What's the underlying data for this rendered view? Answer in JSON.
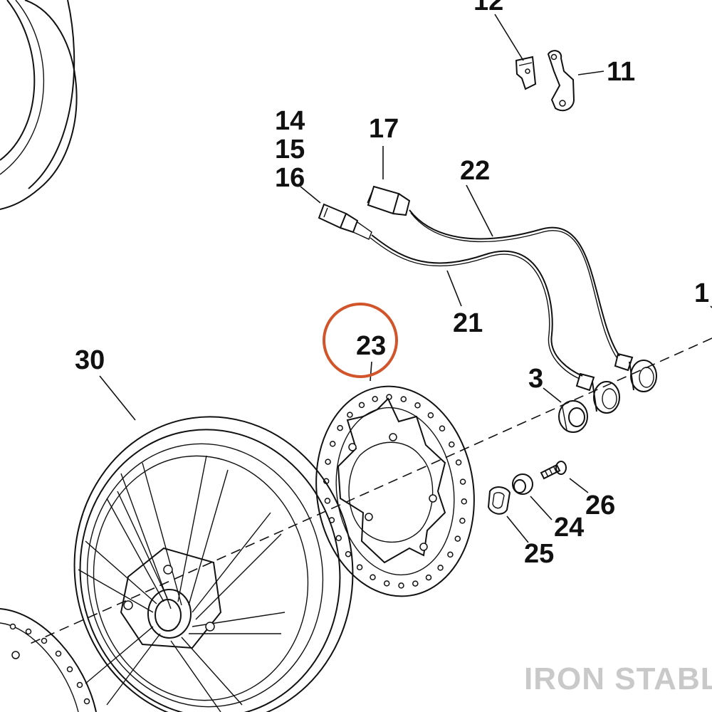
{
  "diagram": {
    "parts": [
      {
        "id": "label-12",
        "text": "12"
      },
      {
        "id": "label-11",
        "text": "11"
      },
      {
        "id": "label-14",
        "text": "14"
      },
      {
        "id": "label-15",
        "text": "15"
      },
      {
        "id": "label-16",
        "text": "16"
      },
      {
        "id": "label-17",
        "text": "17"
      },
      {
        "id": "label-22",
        "text": "22"
      },
      {
        "id": "label-1",
        "text": "1"
      },
      {
        "id": "label-21",
        "text": "21"
      },
      {
        "id": "label-23",
        "text": "23"
      },
      {
        "id": "label-30",
        "text": "30"
      },
      {
        "id": "label-3",
        "text": "3"
      },
      {
        "id": "label-26",
        "text": "26"
      },
      {
        "id": "label-24",
        "text": "24"
      },
      {
        "id": "label-25",
        "text": "25"
      }
    ],
    "highlight": {
      "part": "23",
      "color": "#d2542a"
    },
    "watermark": "IRON STABLE"
  }
}
